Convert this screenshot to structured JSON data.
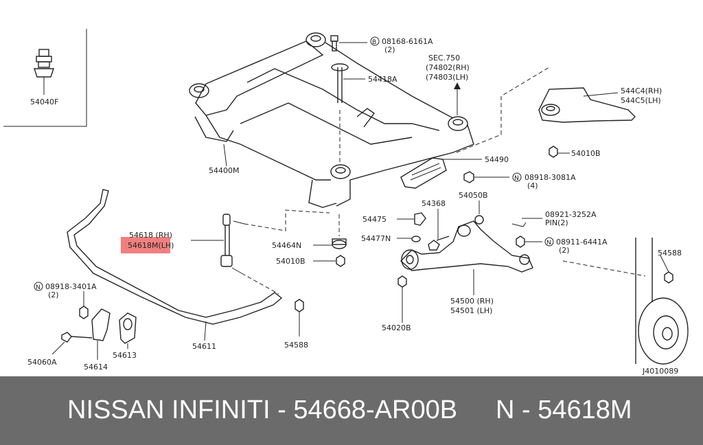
{
  "diagram": {
    "labels": {
      "p54040F": "54040F",
      "p08168": "08168-6161A",
      "p08168q": "(2)",
      "sec750": "SEC.750",
      "p74802": "(74802(RH)",
      "p74803": "(74803(LH)",
      "p54418A": "54418A",
      "p544C4": "544C4(RH)",
      "p544C5": "544C5(LH)",
      "p54010B_top": "54010B",
      "p54400M": "54400M",
      "p54490": "54490",
      "p08918_3081": "08918-3081A",
      "p08918_3081q": "(4)",
      "p54368": "54368",
      "p54050B": "54050B",
      "p08921": "08921-3252A",
      "pin": "PIN(2)",
      "p54475": "54475",
      "p54618rh": "54618 (RH)",
      "p54618mlh": "54618M(LH)",
      "p54464N": "54464N",
      "p54477N": "54477N",
      "p08911": "08911-6441A",
      "p08911q": "(2)",
      "p54588_right": "54588",
      "p54010B_mid": "54010B",
      "p08918_3401": "08918-3401A",
      "p08918_3401q": "(2)",
      "p54500": "54500 (RH)",
      "p54501": "54501 (LH)",
      "p54020B": "54020B",
      "p54611": "54611",
      "p54588_left": "54588",
      "p54613": "54613",
      "p54060A": "54060A",
      "p54614": "54614",
      "figure_code": "J4010089",
      "prefix_B": "B",
      "prefix_N": "N"
    },
    "highlight_color": "#f08080"
  },
  "footer": {
    "brand_part": "NISSAN INFINITI - 54668-AR00B",
    "oem_part": "N - 54618M",
    "background": "#6b6b6b"
  }
}
